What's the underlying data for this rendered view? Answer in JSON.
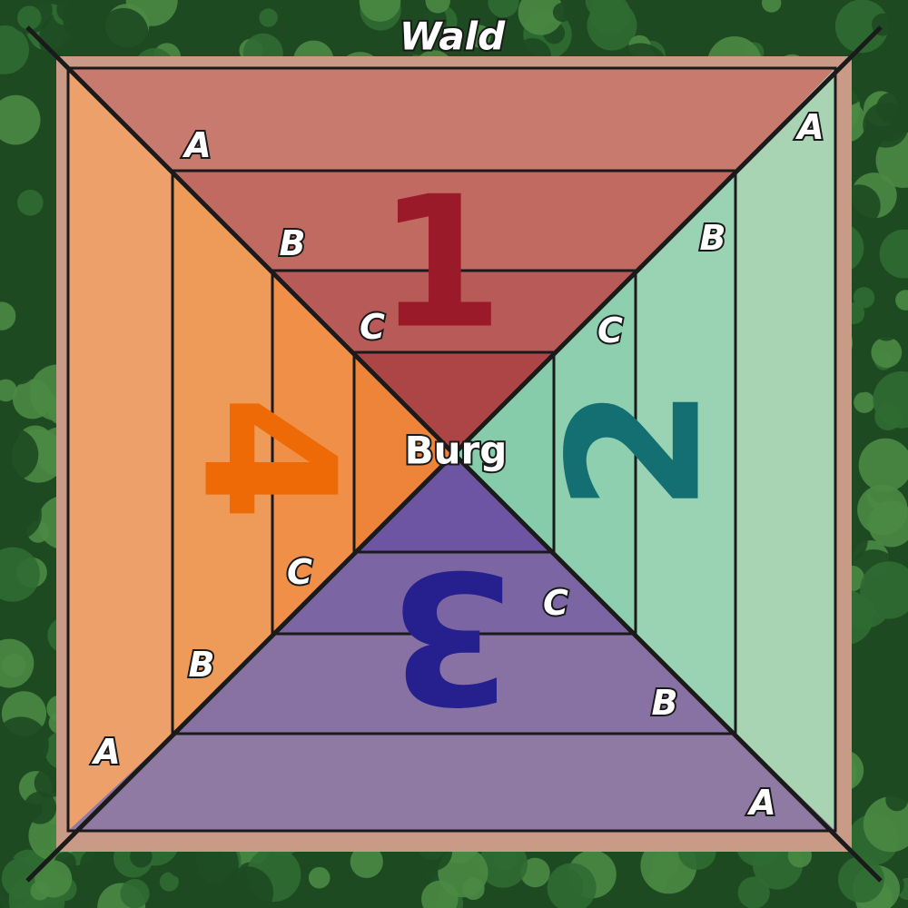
{
  "board": {
    "forest_label": "Wald",
    "castle_label": "Burg"
  },
  "quadrants": [
    {
      "number": "1",
      "number_color": "#9b1a2a",
      "colors": [
        "#c97a6f",
        "#c06a62",
        "#b85a58",
        "#ad4547"
      ]
    },
    {
      "number": "2",
      "number_color": "#146f73",
      "colors": [
        "#a9d4b4",
        "#9ad3b4",
        "#8dcfae",
        "#86ccab"
      ]
    },
    {
      "number": "3",
      "number_color": "#26208f",
      "colors": [
        "#8f7aa3",
        "#8772a3",
        "#7b66a3",
        "#6e55a3"
      ]
    },
    {
      "number": "4",
      "number_color": "#ee6a06",
      "colors": [
        "#eea06a",
        "#ee9b5a",
        "#f08f47",
        "#ee833a"
      ]
    }
  ],
  "ring_labels": {
    "top": [
      "A",
      "B",
      "C"
    ],
    "right": [
      "A",
      "B",
      "C"
    ],
    "bottom": [
      "A",
      "B",
      "C"
    ],
    "left": [
      "A",
      "B",
      "C"
    ]
  },
  "colors": {
    "forest_dark": "#1e4a22",
    "forest_mid": "#2f6b32",
    "forest_light": "#4a8a44",
    "outer_ground": "#c99a86",
    "line": "#1a1a1a"
  }
}
